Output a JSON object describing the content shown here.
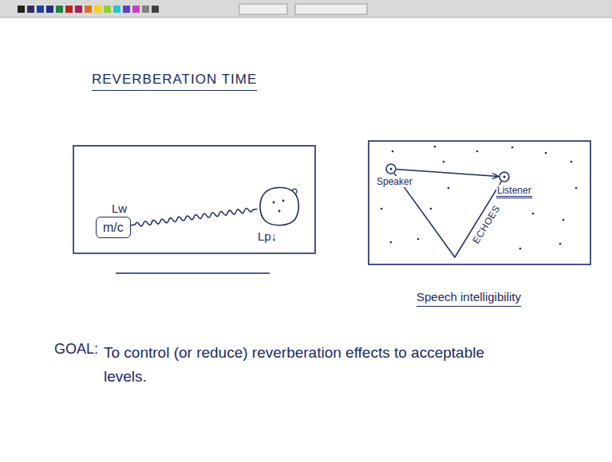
{
  "diagram": {
    "title": "REVERBERATION TIME",
    "nodes": [
      {
        "text": [
          "m/c"
        ]
      },
      {
        "text": [
          "Lp↓"
        ]
      },
      {
        "text": [
          "Speaker"
        ]
      },
      {
        "text": [
          "Listener"
        ]
      }
    ],
    "edges": [
      {
        "from": 0,
        "to": 1,
        "arrow": "none"
      },
      {
        "from": 2,
        "to": 3,
        "arrow": "to"
      },
      {
        "from": 2,
        "to": 3,
        "label": "ECHOES",
        "arrow": "none"
      }
    ],
    "labels": [
      "Lw",
      "Speech intelligibility",
      "GOAL:",
      "To control (or reduce) reverberation effects to acceptable levels."
    ]
  }
}
